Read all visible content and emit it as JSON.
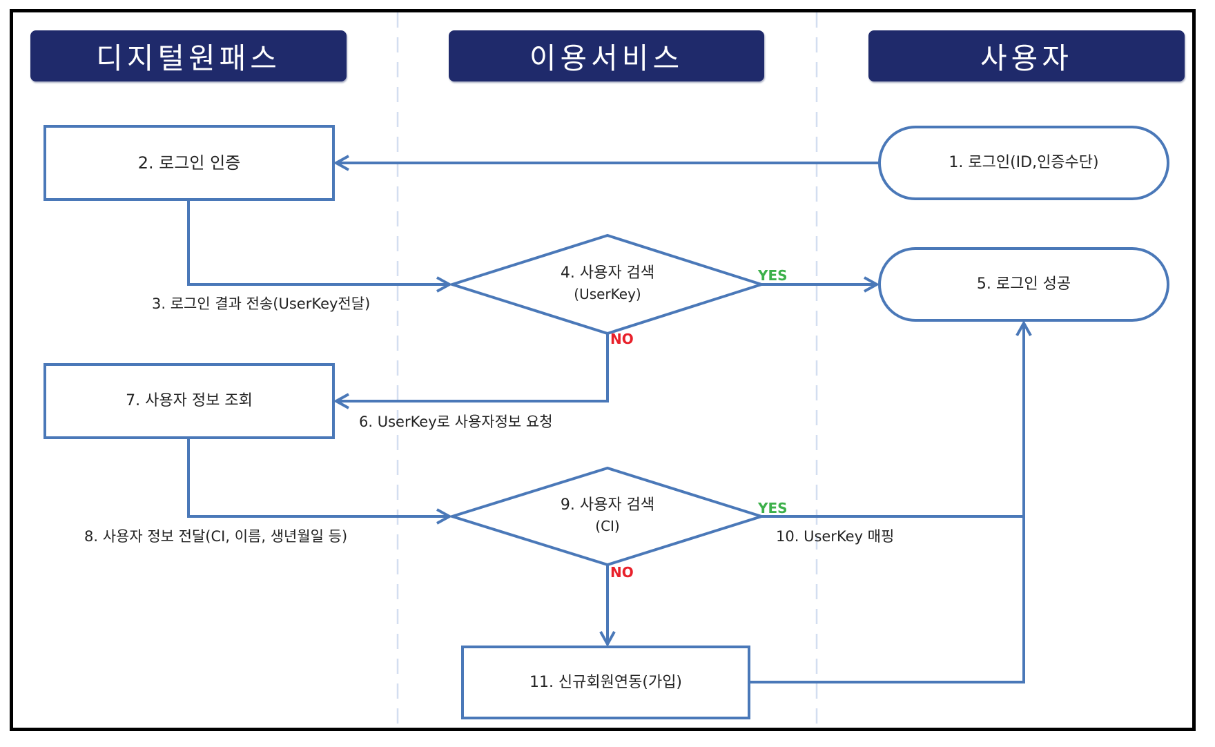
{
  "lanes": [
    {
      "id": "digitalonepass",
      "title": "디지털원패스"
    },
    {
      "id": "service",
      "title": "이용서비스"
    },
    {
      "id": "user",
      "title": "사용자"
    }
  ],
  "nodes": {
    "n1": {
      "label": "1. 로그인(ID,인증수단)",
      "shape": "terminator",
      "lane": "user"
    },
    "n2": {
      "label": "2. 로그인 인증",
      "shape": "process",
      "lane": "digitalonepass"
    },
    "n4": {
      "label_line1": "4. 사용자 검색",
      "label_line2": "(UserKey)",
      "shape": "decision",
      "lane": "service"
    },
    "n5": {
      "label": "5. 로그인 성공",
      "shape": "terminator",
      "lane": "user"
    },
    "n7": {
      "label": "7. 사용자 정보 조회",
      "shape": "process",
      "lane": "digitalonepass"
    },
    "n9": {
      "label_line1": "9. 사용자 검색",
      "label_line2": "(CI)",
      "shape": "decision",
      "lane": "service"
    },
    "n11": {
      "label": "11. 신규회원연동(가입)",
      "shape": "process",
      "lane": "service"
    }
  },
  "edges": {
    "e3": {
      "label": "3. 로그인 결과 전송(UserKey전달)",
      "from": "n2",
      "to": "n4"
    },
    "e6": {
      "label": "6. UserKey로 사용자정보 요청",
      "from": "n4",
      "to": "n7"
    },
    "e8": {
      "label": "8. 사용자 정보 전달(CI, 이름, 생년월일 등)",
      "from": "n7",
      "to": "n9"
    },
    "e10": {
      "label": "10. UserKey 매핑",
      "from": "n9",
      "to": "n5"
    }
  },
  "branch_labels": {
    "yes_4": "YES",
    "no_4": "NO",
    "yes_9": "YES",
    "no_9": "NO"
  },
  "colors": {
    "header_bg": "#1f2a6b",
    "line": "#4a78b8",
    "lane_divider": "#d3def0",
    "yes": "#3cb04a",
    "no": "#e8202a"
  }
}
